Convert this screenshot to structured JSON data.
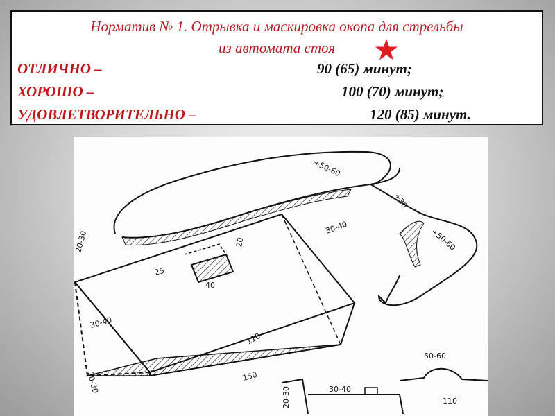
{
  "header": {
    "title_line1": "Норматив № 1.  Отрывка и маскировка окопа для стрельбы",
    "title_line2": "из автомата стоя",
    "star_icon": "red-star-icon",
    "accent_color": "#c0181f",
    "grades": [
      {
        "label": "ОТЛИЧНО –",
        "time": "90 (65) минут;"
      },
      {
        "label": "ХОРОШО –",
        "time": "100 (70) минут;"
      },
      {
        "label": "УДОВЛЕТВОРИТЕЛЬНО –",
        "time": "120 (85) минут."
      }
    ]
  },
  "drawing": {
    "dimensions": {
      "parapet_front": "+50-60",
      "parapet_side": "+30",
      "parapet_right": "+50-60",
      "top_edge": "30-40",
      "left_top": "20-30",
      "niche_height": "20",
      "niche_depth": "25",
      "niche_width": "40",
      "left_step": "30-40",
      "floor_depth": "110",
      "left_bottom": "20-30",
      "length": "150",
      "section_parapet": "50-60",
      "section_step": "30-40",
      "section_left": "20-30",
      "section_depth": "110"
    }
  }
}
